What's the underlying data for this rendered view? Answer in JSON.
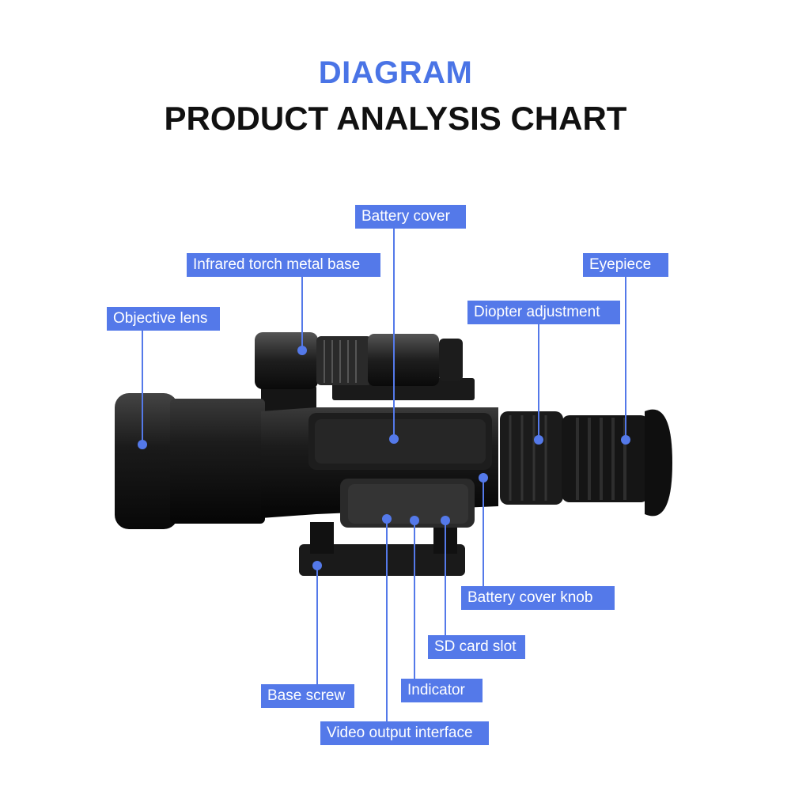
{
  "header": {
    "title": "DIAGRAM",
    "subtitle": "PRODUCT ANALYSIS CHART"
  },
  "colors": {
    "accent": "#4a74e6",
    "label_bg": "#5479e9",
    "line": "#5479e9",
    "device_body": "#141414"
  },
  "labels": {
    "battery_cover": "Battery cover",
    "infrared_torch_metal_base": "Infrared torch metal base",
    "objective_lens": "Objective lens",
    "eyepiece": "Eyepiece",
    "diopter_adjustment": "Diopter adjustment",
    "battery_cover_knob": "Battery cover knob",
    "sd_card_slot": "SD card slot",
    "base_screw": "Base screw",
    "indicator": "Indicator",
    "video_output_interface": "Video output interface"
  }
}
